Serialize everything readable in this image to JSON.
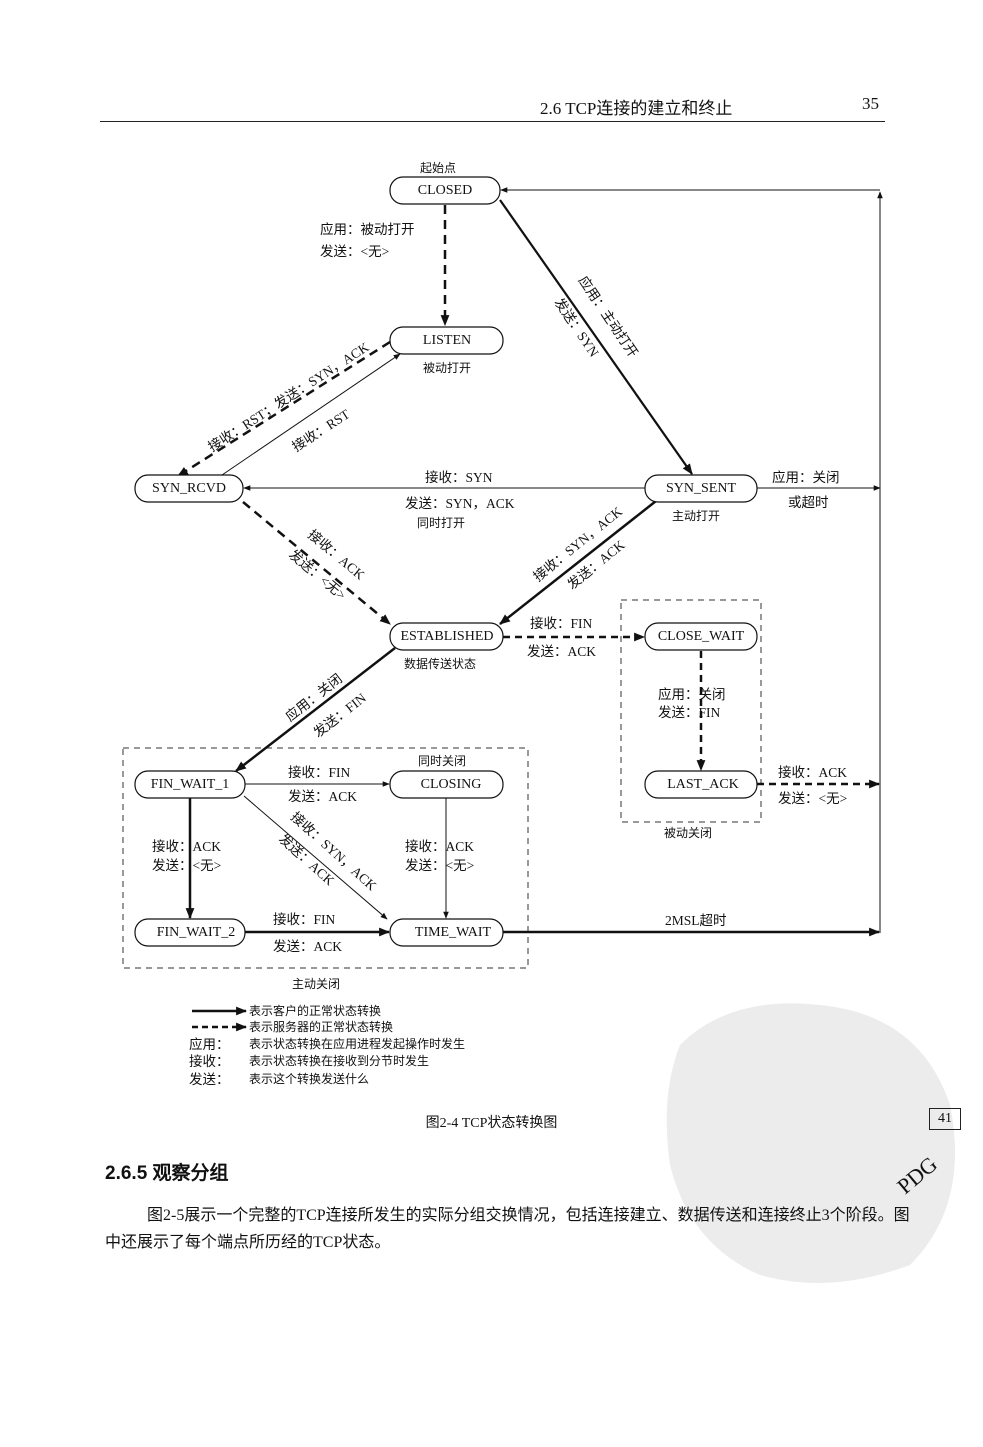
{
  "header": {
    "title": "2.6  TCP连接的建立和终止",
    "page_number": "35"
  },
  "states": {
    "closed": "CLOSED",
    "listen": "LISTEN",
    "syn_rcvd": "SYN_RCVD",
    "syn_sent": "SYN_SENT",
    "established": "ESTABLISHED",
    "close_wait": "CLOSE_WAIT",
    "last_ack": "LAST_ACK",
    "fin_wait_1": "FIN_WAIT_1",
    "closing": "CLOSING",
    "fin_wait_2": "FIN_WAIT_2",
    "time_wait": "TIME_WAIT"
  },
  "notes": {
    "start": "起始点",
    "passive_open": "被动打开",
    "active_open": "主动打开",
    "simul_open": "同时打开",
    "data_transfer": "数据传送状态",
    "simul_close": "同时关闭",
    "active_close": "主动关闭",
    "passive_close": "被动关闭"
  },
  "labels": {
    "closed_listen_1": "应用：被动打开",
    "closed_listen_2": "发送：<无>",
    "closed_synsent_1": "应用：主动打开",
    "closed_synsent_2": "发送：SYN",
    "listen_synrcvd": "接收：RST；发送：SYN，ACK",
    "synrcvd_listen": "接收：RST",
    "synsent_synrcvd_1": "接收：SYN",
    "synsent_synrcvd_2": "发送：SYN，ACK",
    "synsent_close_1": "应用：关闭",
    "synsent_close_2": "或超时",
    "synrcvd_est_1": "接收：ACK",
    "synrcvd_est_2": "发送：<无>",
    "synsent_est_1": "接收：SYN，ACK",
    "synsent_est_2": "发送：ACK",
    "est_closewait_1": "接收：FIN",
    "est_closewait_2": "发送：ACK",
    "closewait_lastack_1": "应用：关闭",
    "closewait_lastack_2": "发送：FIN",
    "lastack_closed_1": "接收：ACK",
    "lastack_closed_2": "发送：<无>",
    "est_finwait1_1": "应用：关闭",
    "est_finwait1_2": "发送：FIN",
    "fw1_closing_1": "接收：FIN",
    "fw1_closing_2": "发送：ACK",
    "fw1_timewait_1": "接收：SYN，ACK",
    "fw1_timewait_2": "发送：ACK",
    "fw1_fw2_1": "接收：ACK",
    "fw1_fw2_2": "发送：<无>",
    "closing_timewait_1": "接收：ACK",
    "closing_timewait_2": "发送：<无>",
    "fw2_timewait_1": "接收：FIN",
    "fw2_timewait_2": "发送：ACK",
    "timewait_closed": "2MSL超时"
  },
  "legend": {
    "client": "表示客户的正常状态转换",
    "server": "表示服务器的正常状态转换",
    "app_key": "应用：",
    "app_desc": "表示状态转换在应用进程发起操作时发生",
    "recv_key": "接收：",
    "recv_desc": "表示状态转换在接收到分节时发生",
    "send_key": "发送：",
    "send_desc": "表示这个转换发送什么"
  },
  "caption": "图2-4   TCP状态转换图",
  "margin_number": "41",
  "section_heading": "2.6.5  观察分组",
  "paragraph": "图2-5展示一个完整的TCP连接所发生的实际分组交换情况，包括连接建立、数据传送和连接终止3个阶段。图中还展示了每个端点所历经的TCP状态。",
  "watermark_text": "PDG"
}
